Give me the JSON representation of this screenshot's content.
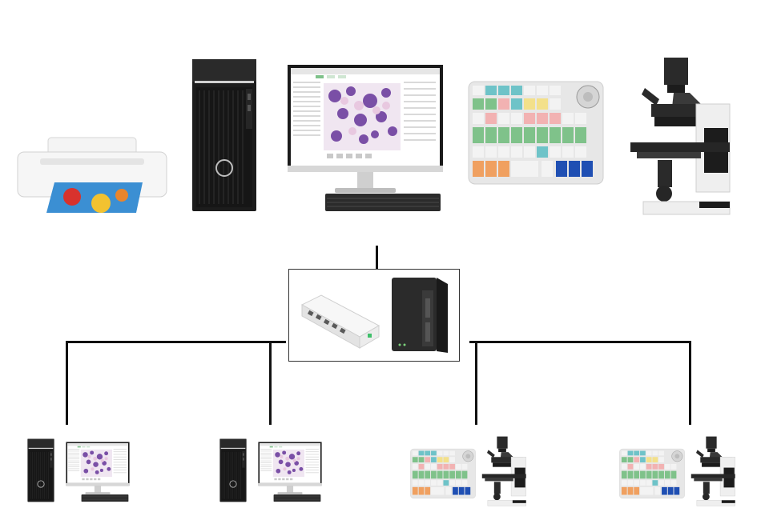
{
  "colors": {
    "line": "#111111",
    "device_dark": "#1c1c1c",
    "device_light": "#efefef",
    "screen_bg": "#ffffff",
    "cell_purple": "#7a4fa6",
    "cell_pink": "#e8c8e0",
    "keypad_blue": "#1f4fb3",
    "keypad_green": "#7fc28a",
    "keypad_orange": "#f0a060",
    "keypad_pink": "#f2b2b2",
    "keypad_teal": "#6ec3c8",
    "keypad_yellow": "#f3e08a"
  },
  "icons": {
    "printer": "printer-icon",
    "tower": "tower-pc-icon",
    "monitor": "monitor-icon",
    "keypad": "cell-counter-keypad-icon",
    "microscope": "microscope-icon",
    "switch": "network-switch-icon",
    "nas": "nas-storage-icon"
  },
  "hub": {
    "devices": [
      "network-switch",
      "nas-storage"
    ]
  },
  "top_row": {
    "devices": [
      "printer",
      "tower-pc",
      "monitor",
      "cell-counter-keypad",
      "microscope"
    ]
  },
  "bottom_row": {
    "stations": [
      {
        "type": "workstation",
        "devices": [
          "tower-pc",
          "monitor"
        ]
      },
      {
        "type": "workstation",
        "devices": [
          "tower-pc",
          "monitor"
        ]
      },
      {
        "type": "acquisition",
        "devices": [
          "cell-counter-keypad",
          "microscope"
        ]
      },
      {
        "type": "acquisition",
        "devices": [
          "cell-counter-keypad",
          "microscope"
        ]
      }
    ]
  }
}
